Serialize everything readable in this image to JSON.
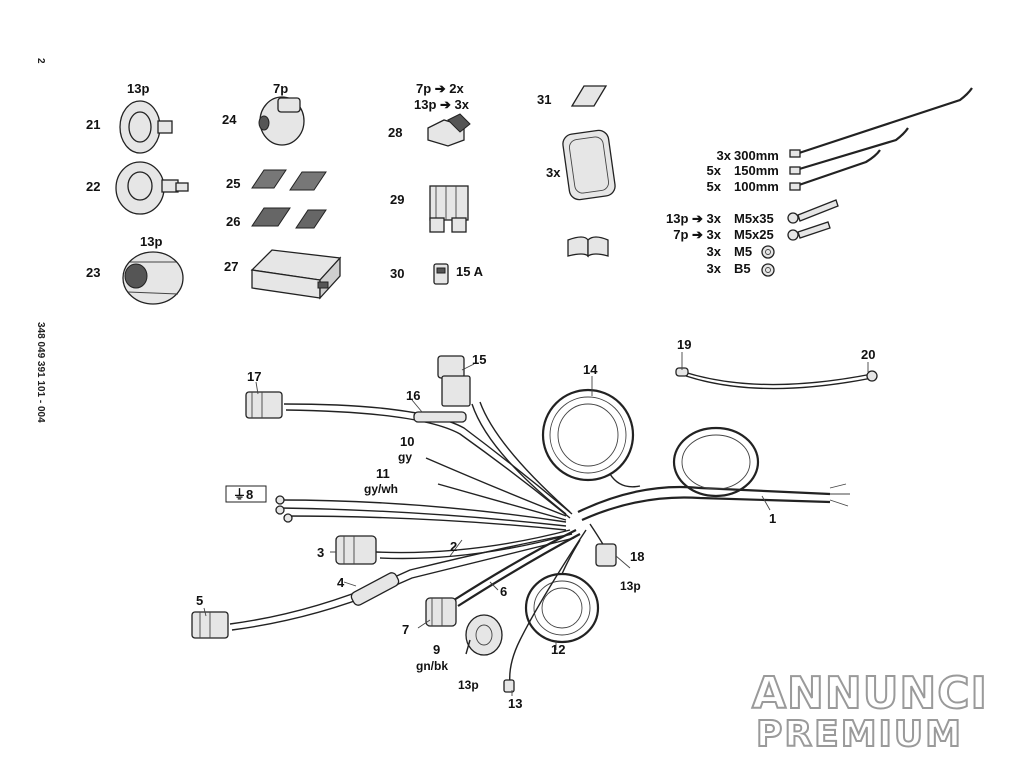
{
  "doc_number": "348 049 391 101 - 004",
  "page_number": "2",
  "watermark": {
    "line1": "ANNUNCI",
    "line2": "PREMIUM"
  },
  "labels": {
    "p21": "21",
    "p22": "22",
    "p23": "23",
    "p21_type": "13p",
    "p23_type": "13p",
    "p24": "24",
    "p24_type": "7p",
    "p25": "25",
    "p26": "26",
    "p27": "27",
    "p28": "28",
    "p28_line1": "7p ➔ 2x",
    "p28_line2": "13p ➔ 3x",
    "p29": "29",
    "p30": "30",
    "p30_rating": "15 A",
    "p31": "31",
    "pad_qty": "3x",
    "p1": "1",
    "p2": "2",
    "p3": "3",
    "p4": "4",
    "p5": "5",
    "p6": "6",
    "p7": "7",
    "p8": "8",
    "p9": "9",
    "p9_color": "gn/bk",
    "p9_type": "13p",
    "p10": "10",
    "p10_color": "gy",
    "p11": "11",
    "p11_color": "gy/wh",
    "p12": "12",
    "p13": "13",
    "p14": "14",
    "p15": "15",
    "p16": "16",
    "p17": "17",
    "p18": "18",
    "p18_type": "13p",
    "p19": "19",
    "p20": "20"
  },
  "hardware": [
    {
      "qty": "3x",
      "spec": "300mm"
    },
    {
      "qty": "5x",
      "spec": "150mm"
    },
    {
      "qty": "5x",
      "spec": "100mm"
    },
    {
      "qty": "13p ➔ 3x",
      "spec": "M5x35"
    },
    {
      "qty": "7p ➔ 3x",
      "spec": "M5x25"
    },
    {
      "qty": "3x",
      "spec": "M5"
    },
    {
      "qty": "3x",
      "spec": "B5"
    }
  ]
}
